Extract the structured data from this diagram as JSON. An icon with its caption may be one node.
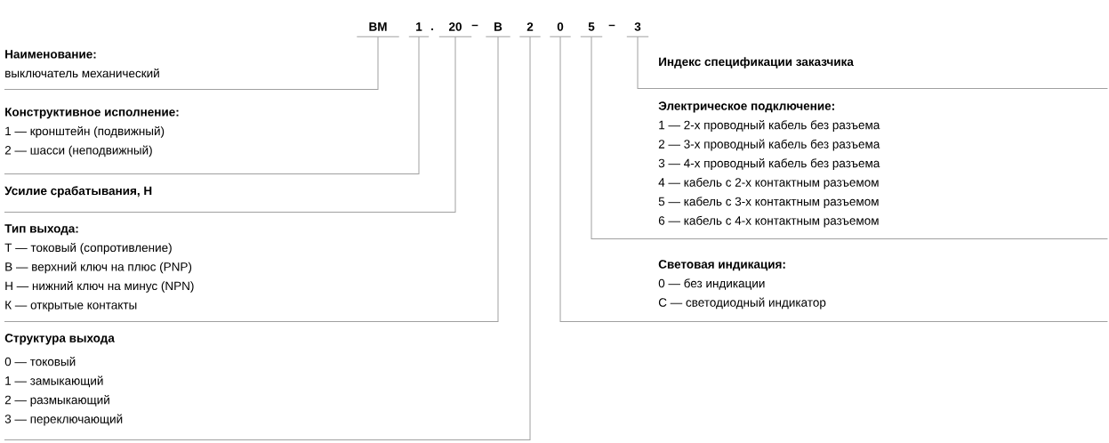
{
  "diagram": {
    "nodes": [
      {
        "text": [
          "ВМ"
        ]
      },
      {
        "text": [
          "1"
        ]
      },
      {
        "text": [
          "20"
        ]
      },
      {
        "text": [
          "В"
        ]
      },
      {
        "text": [
          "2"
        ]
      },
      {
        "text": [
          "0"
        ]
      },
      {
        "text": [
          "5"
        ]
      },
      {
        "text": [
          "3"
        ]
      },
      {
        "text": [
          "Наименование:",
          "выключатель механический"
        ]
      },
      {
        "text": [
          "Конструктивное исполнение:",
          "1 — кронштейн (подвижный)",
          "2 — шасси (неподвижный)"
        ]
      },
      {
        "text": [
          "Усилие срабатывания, Н"
        ]
      },
      {
        "text": [
          "Тип выхода:",
          "Т — токовый (сопротивление)",
          "В — верхний ключ на плюс (PNP)",
          "Н — нижний ключ на минус (NPN)",
          "К — открытые контакты"
        ]
      },
      {
        "text": [
          "Структура выхода",
          "0 — токовый",
          "1 — замыкающий",
          "2 — размыкающий",
          "3 — переключающий"
        ]
      },
      {
        "text": [
          "Индекс спецификации заказчика"
        ]
      },
      {
        "text": [
          "Электрическое подключение:",
          "1 — 2-х проводный кабель без разъема",
          "2 — 3-х проводный кабель без разъема",
          "3 — 4-х проводный кабель без разъема",
          "4 — кабель с 2-х контактным разъемом",
          "5 — кабель с 3-х контактным разъемом",
          "6 — кабель с 4-х контактным разъемом"
        ]
      },
      {
        "text": [
          "Световая индикация:",
          "0 — без индикации",
          "С — светодиодный индикатор"
        ]
      }
    ],
    "edges": [
      {
        "from": 0,
        "to": 8,
        "arrow": "none"
      },
      {
        "from": 1,
        "to": 9,
        "arrow": "none"
      },
      {
        "from": 2,
        "to": 10,
        "arrow": "none"
      },
      {
        "from": 3,
        "to": 11,
        "arrow": "none"
      },
      {
        "from": 4,
        "to": 12,
        "arrow": "none"
      },
      {
        "from": 5,
        "to": 15,
        "arrow": "none"
      },
      {
        "from": 6,
        "to": 14,
        "arrow": "none"
      },
      {
        "from": 7,
        "to": 13,
        "arrow": "none"
      }
    ],
    "labels": [
      ".",
      "–",
      "–"
    ]
  }
}
